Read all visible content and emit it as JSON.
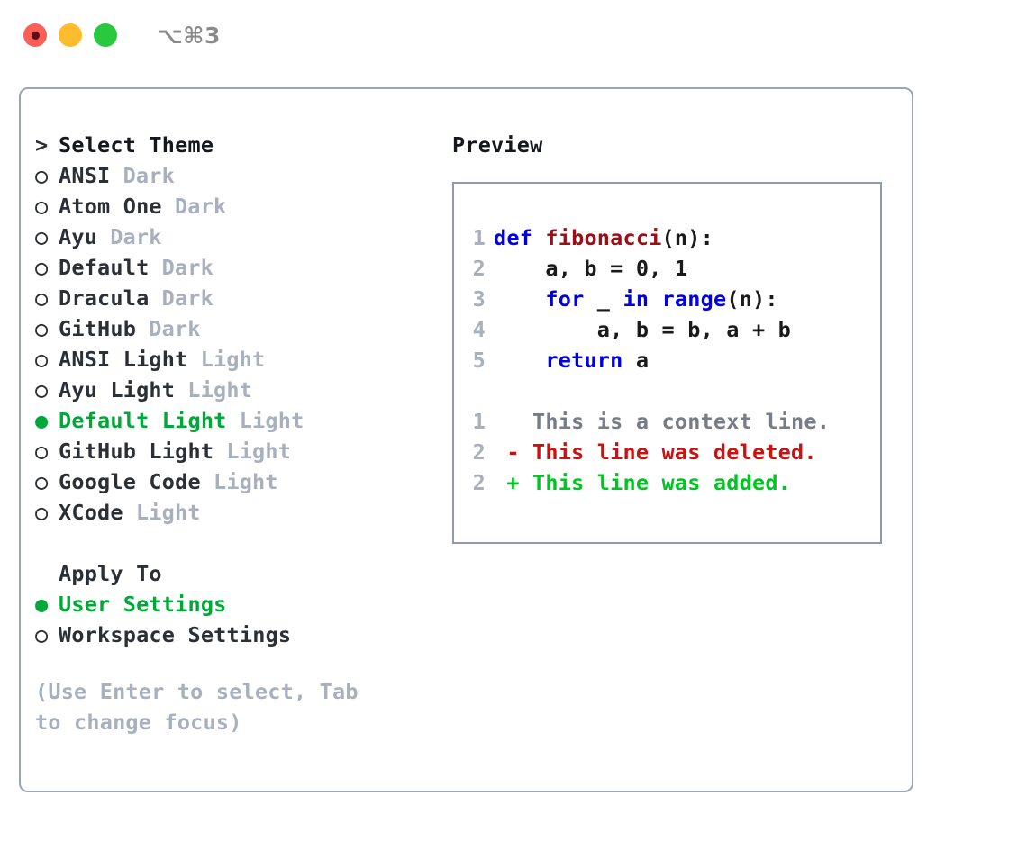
{
  "window": {
    "title": "⌥⌘3",
    "lights": [
      "close-red",
      "minimize-yellow",
      "maximize-green"
    ]
  },
  "theme_picker": {
    "header_marker": ">",
    "header": "Select Theme",
    "unselected_marker": "○",
    "selected_marker": "●",
    "items": [
      {
        "name": "ANSI",
        "kind": "Dark",
        "selected": false
      },
      {
        "name": "Atom One",
        "kind": "Dark",
        "selected": false
      },
      {
        "name": "Ayu",
        "kind": "Dark",
        "selected": false
      },
      {
        "name": "Default",
        "kind": "Dark",
        "selected": false
      },
      {
        "name": "Dracula",
        "kind": "Dark",
        "selected": false
      },
      {
        "name": "GitHub",
        "kind": "Dark",
        "selected": false
      },
      {
        "name": "ANSI Light",
        "kind": "Light",
        "selected": false
      },
      {
        "name": "Ayu Light",
        "kind": "Light",
        "selected": false
      },
      {
        "name": "Default Light",
        "kind": "Light",
        "selected": true
      },
      {
        "name": "GitHub Light",
        "kind": "Light",
        "selected": false
      },
      {
        "name": "Google Code",
        "kind": "Light",
        "selected": false
      },
      {
        "name": "XCode",
        "kind": "Light",
        "selected": false
      }
    ]
  },
  "apply_to": {
    "title": "Apply To",
    "items": [
      {
        "name": "User Settings",
        "selected": true
      },
      {
        "name": "Workspace Settings",
        "selected": false
      }
    ]
  },
  "hint": "(Use Enter to select, Tab to change focus)",
  "preview": {
    "label": "Preview",
    "code_lines": [
      {
        "num": "1",
        "tokens": [
          {
            "t": "def ",
            "c": "kw"
          },
          {
            "t": "fibonacci",
            "c": "fn"
          },
          {
            "t": "(n):",
            "c": "plain"
          }
        ]
      },
      {
        "num": "2",
        "tokens": [
          {
            "t": "    a, b = 0, 1",
            "c": "plain"
          }
        ]
      },
      {
        "num": "3",
        "tokens": [
          {
            "t": "    ",
            "c": "plain"
          },
          {
            "t": "for",
            "c": "kw"
          },
          {
            "t": " _ ",
            "c": "plain"
          },
          {
            "t": "in",
            "c": "kw"
          },
          {
            "t": " ",
            "c": "plain"
          },
          {
            "t": "range",
            "c": "kw"
          },
          {
            "t": "(n):",
            "c": "plain"
          }
        ]
      },
      {
        "num": "4",
        "tokens": [
          {
            "t": "        a, b = b, a + b",
            "c": "plain"
          }
        ]
      },
      {
        "num": "5",
        "tokens": [
          {
            "t": "    ",
            "c": "plain"
          },
          {
            "t": "return",
            "c": "kw"
          },
          {
            "t": " a",
            "c": "plain"
          }
        ]
      }
    ],
    "diff_lines": [
      {
        "num": "1",
        "marker": " ",
        "text": " This is a context line.",
        "kind": "ctx"
      },
      {
        "num": "2",
        "marker": "-",
        "text": " This line was deleted.",
        "kind": "del"
      },
      {
        "num": "2",
        "marker": "+",
        "text": " This line was added.",
        "kind": "add"
      }
    ]
  },
  "colors": {
    "selected_green": "#00a838",
    "muted_gray": "#a8b0bd",
    "border": "#9aa5b5",
    "preview_border": "#8f9bac",
    "keyword_blue": "#0000e0",
    "function_red": "#9b0f18",
    "diff_delete_red": "#cc1111",
    "diff_add_green": "#00c420",
    "diff_context_gray": "#777d86",
    "title_gray": "#8a8a8a"
  }
}
